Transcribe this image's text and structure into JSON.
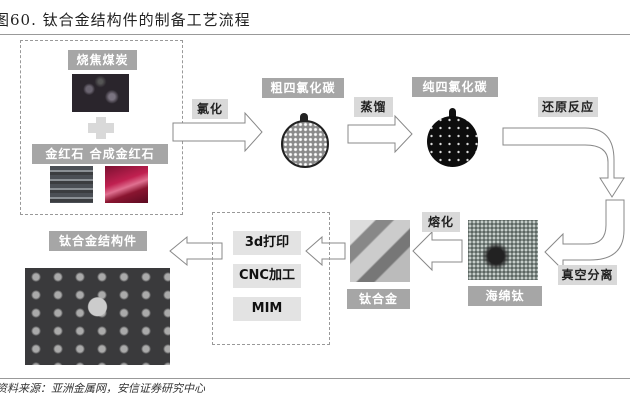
{
  "title": "图60. 钛合金结构件的制备工艺流程",
  "source": "资料来源：亚洲金属网，安信证券研究中心",
  "raw_materials": {
    "coal": "烧焦煤炭",
    "rutile": "金红石 合成金红石"
  },
  "steps": {
    "chlorination": "氯化",
    "crude_ticl4": "粗四氯化碳",
    "distillation": "蒸馏",
    "pure_ticl4": "纯四氯化碳",
    "reduction": "还原反应",
    "vacuum_separation": "真空分离",
    "sponge_titanium": "海绵钛",
    "melting": "熔化",
    "titanium_alloy": "钛合金",
    "structural_parts": "钛合金结构件"
  },
  "processes": [
    "3d打印",
    "CNC加工",
    "MIM"
  ]
}
